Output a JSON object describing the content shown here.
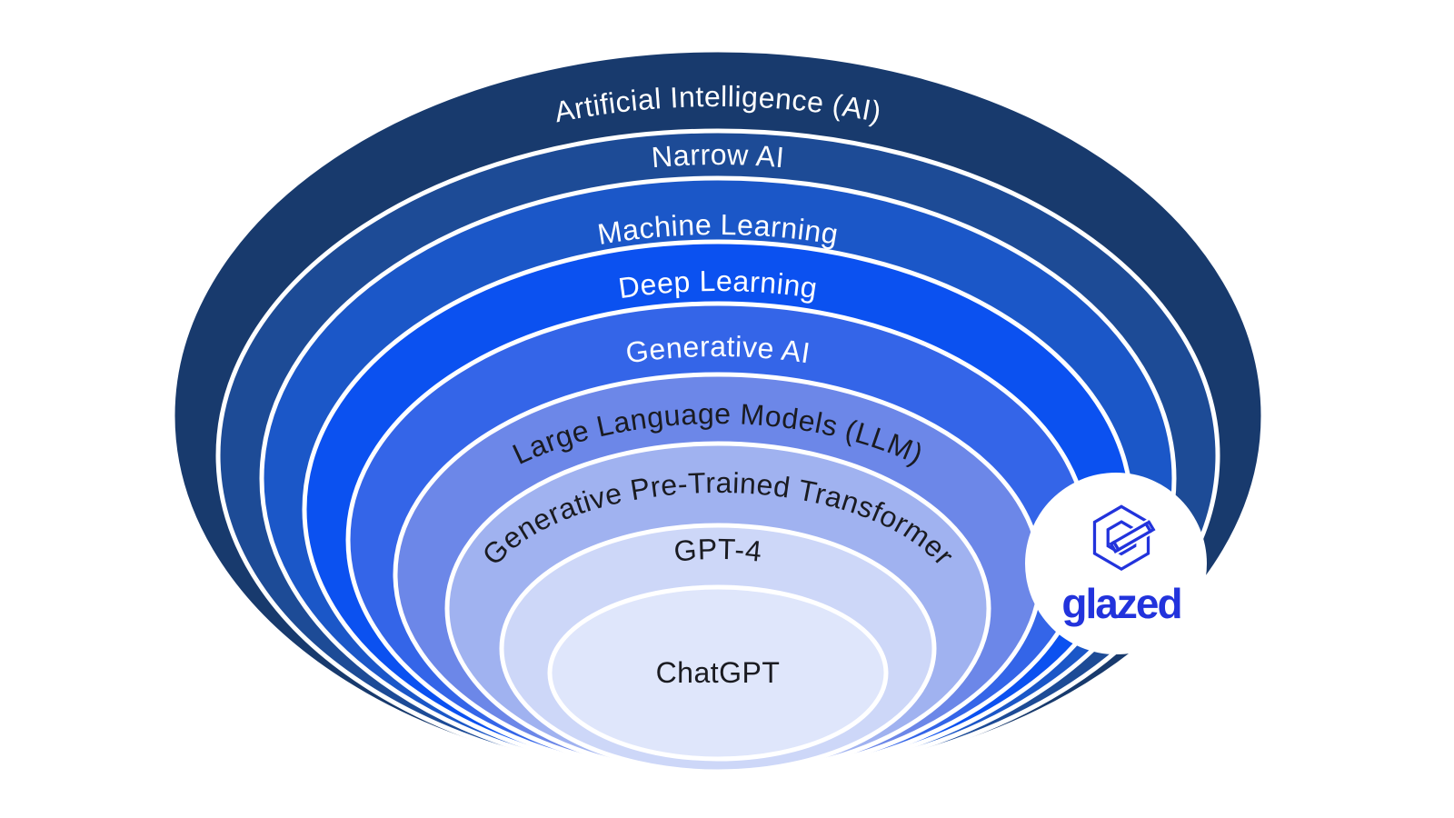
{
  "diagram_title": "AI concepts nested diagram",
  "rings": [
    {
      "label": "Artificial Intelligence (AI)",
      "fill": "#183a6d",
      "text_color": "#ffffff"
    },
    {
      "label": "Narrow AI",
      "fill": "#1d4b96",
      "text_color": "#ffffff"
    },
    {
      "label": "Machine Learning",
      "fill": "#1b57c8",
      "text_color": "#ffffff"
    },
    {
      "label": "Deep Learning",
      "fill": "#0b51f0",
      "text_color": "#ffffff"
    },
    {
      "label": "Generative AI",
      "fill": "#3465e8",
      "text_color": "#ffffff"
    },
    {
      "label": "Large Language Models (LLM)",
      "fill": "#6c87e8",
      "text_color": "#1a1b21"
    },
    {
      "label": "Generative Pre-Trained Transformer",
      "fill": "#a0b2f0",
      "text_color": "#1a1b21"
    },
    {
      "label": "GPT-4",
      "fill": "#cdd7f8",
      "text_color": "#1a1b21"
    },
    {
      "label": "ChatGPT",
      "fill": "#dfe6fb",
      "text_color": "#1a1b21"
    }
  ],
  "separator_color": "#ffffff",
  "brand": {
    "name": "glazed",
    "color": "#2233dc",
    "badge_background": "#ffffff",
    "icon": "isometric-g-hexagon-icon"
  }
}
